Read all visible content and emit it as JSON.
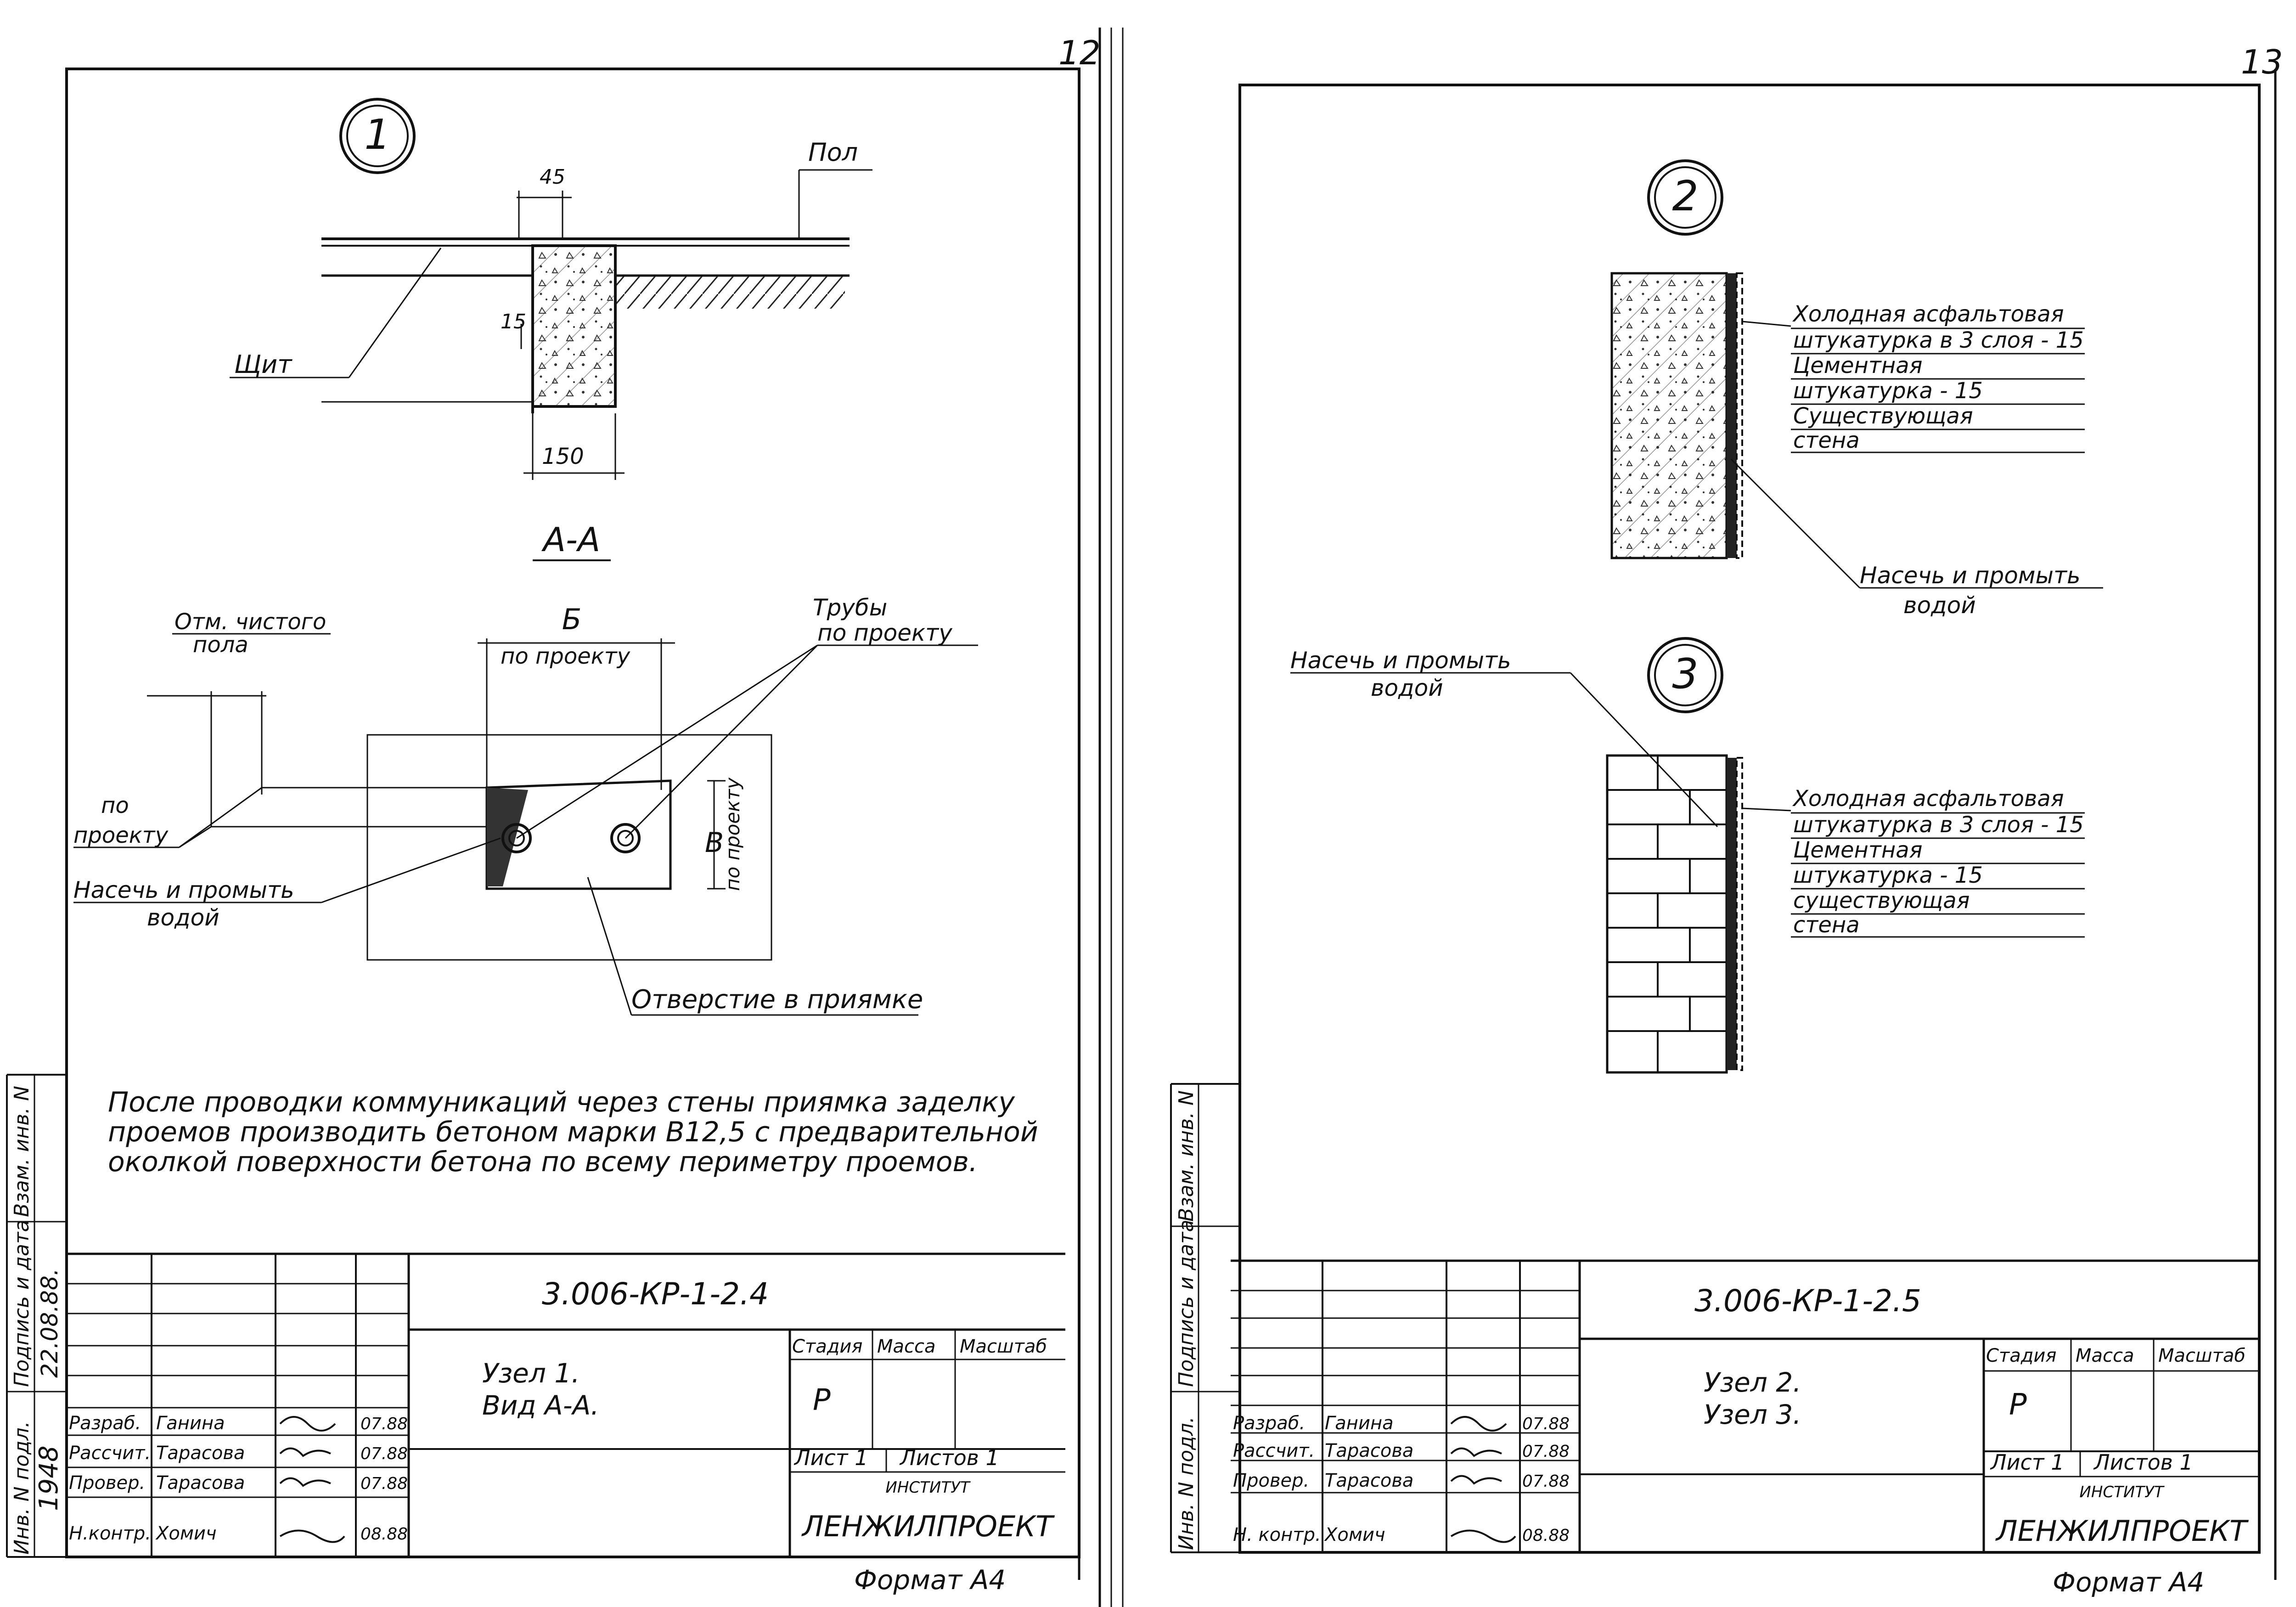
{
  "sheet12": {
    "page_number": "12",
    "node_number": "1",
    "dim_45": "45",
    "dim_15": "15",
    "dim_150": "150",
    "label_floor": "Пол",
    "label_shield": "Щит",
    "section_title": "А-А",
    "label_B": "Б",
    "label_B_value": "по проекту",
    "label_pipes_1": "Трубы",
    "label_pipes_2": "по проекту",
    "label_floor_mark_1": "Отм. чистого",
    "label_floor_mark_2": "пола",
    "label_by_project_1": "по",
    "label_by_project_2": "проекту",
    "label_notch_1": "Насечь и промыть",
    "label_notch_2": "водой",
    "label_V": "В",
    "label_V_value": "по проекту",
    "label_opening": "Отверстие в приямке",
    "note_line_1": "После проводки коммуникаций через стены приямка заделку",
    "note_line_2": "проемов производить бетоном  марки В12,5 с предварительной",
    "note_line_3": "околкой  поверхности бетона по всему периметру проемов.",
    "doc_code": "3.006-КР-1-2.4",
    "title_1": "Узел 1.",
    "title_2": "Вид А-А.",
    "stage_header": "Стадия",
    "mass_header": "Масса",
    "scale_header": "Масштаб",
    "stage_value": "Р",
    "sheet_label": "Лист 1",
    "sheets_label": "Листов 1",
    "institute_label": "ИНСТИТУТ",
    "institute_name": "ЛЕНЖИЛПРОЕКТ",
    "format_label": "Формат А4",
    "side_inv": "Инв. N подл.",
    "side_sign": "Подпись и дата",
    "side_vzam": "Взам. инв. N",
    "side_inv_value": "1948",
    "side_date_value": "22.08.88.",
    "signatures": [
      {
        "role": "Разраб.",
        "name": "Ганина",
        "date": "07.88"
      },
      {
        "role": "Рассчит.",
        "name": "Тарасова",
        "date": "07.88"
      },
      {
        "role": "Провер.",
        "name": "Тарасова",
        "date": "07.88"
      },
      {
        "role": "Н.контр.",
        "name": "Хомич",
        "date": "08.88"
      }
    ]
  },
  "sheet13": {
    "page_number": "13",
    "node2_number": "2",
    "node3_number": "3",
    "layers2": [
      "Холодная асфальтовая",
      "штукатурка в 3 слоя - 15",
      "Цементная",
      "штукатурка       - 15",
      "Существующая",
      "стена"
    ],
    "notch2_1": "Насечь и промыть",
    "notch2_2": "водой",
    "notch3_1": "Насечь и промыть",
    "notch3_2": "водой",
    "layers3": [
      "Холодная асфальтовая",
      "штукатурка в 3 слоя - 15",
      "Цементная",
      "штукатурка       - 15",
      "существующая",
      "стена"
    ],
    "doc_code": "3.006-КР-1-2.5",
    "title_1": "Узел 2.",
    "title_2": "Узел 3.",
    "stage_header": "Стадия",
    "mass_header": "Масса",
    "scale_header": "Масштаб",
    "stage_value": "Р",
    "sheet_label": "Лист 1",
    "sheets_label": "Листов 1",
    "institute_label": "ИНСТИТУТ",
    "institute_name": "ЛЕНЖИЛПРОЕКТ",
    "format_label": "Формат А4",
    "side_inv": "Инв. N подл.",
    "side_sign": "Подпись и дата",
    "side_vzam": "Взам. инв. N",
    "signatures": [
      {
        "role": "Разраб.",
        "name": "Ганина",
        "date": "07.88"
      },
      {
        "role": "Рассчит.",
        "name": "Тарасова",
        "date": "07.88"
      },
      {
        "role": "Провер.",
        "name": "Тарасова",
        "date": "07.88"
      },
      {
        "role": "Н. контр.",
        "name": "Хомич",
        "date": "08.88"
      }
    ]
  }
}
